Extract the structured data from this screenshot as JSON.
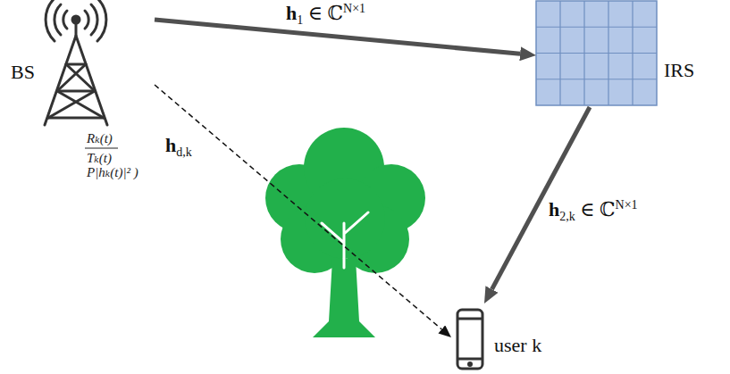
{
  "diagram": {
    "nodes": [
      {
        "text": [
          "BS"
        ]
      },
      {
        "text": [
          "IRS"
        ]
      },
      {
        "text": [
          "user k"
        ]
      }
    ],
    "edges": [
      {
        "from": 0,
        "to": 1,
        "arrow": "to",
        "label": "h1 ∈ ℂN×1"
      },
      {
        "from": 0,
        "to": 2,
        "arrow": "to",
        "label": "hd,k"
      },
      {
        "from": 1,
        "to": 2,
        "arrow": "to",
        "label": "h2,k ∈ ℂN×1"
      }
    ],
    "labels": [
      "Rₖ(t)",
      "Tₖ(t)",
      "P|hₖ(t)|² )"
    ]
  }
}
